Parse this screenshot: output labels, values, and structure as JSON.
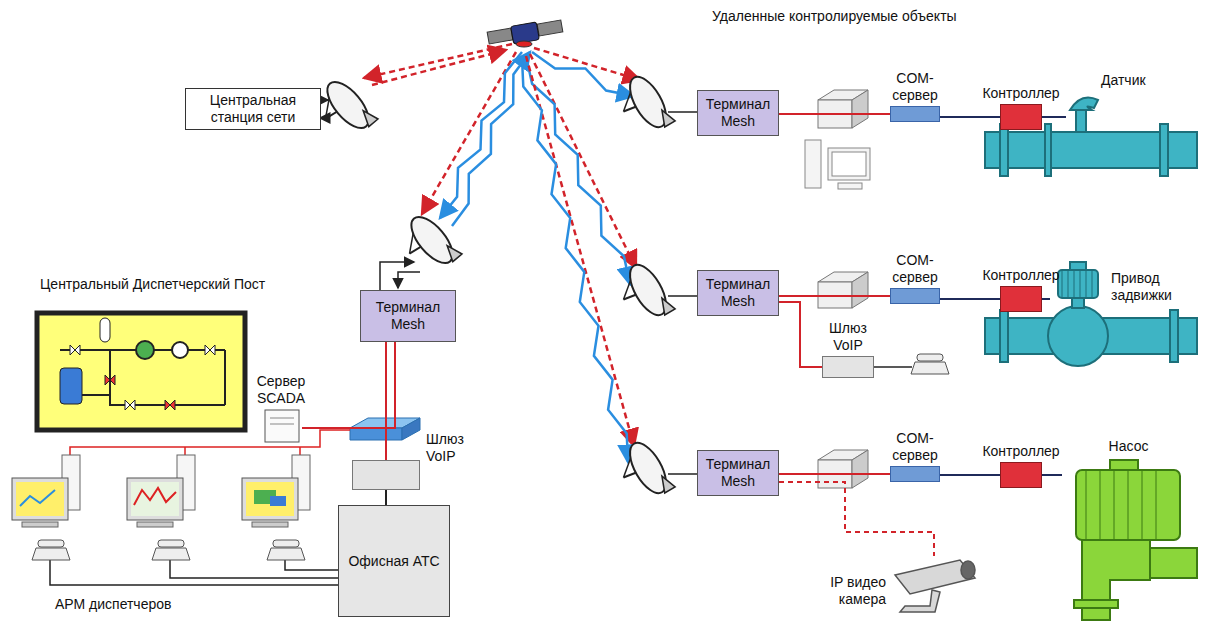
{
  "diagram": {
    "nodes": [
      {
        "text": [
          "Центральная станция сети"
        ]
      },
      {
        "text": [
          "Терминал Mesh"
        ]
      },
      {
        "text": [
          "Сервер SCADA"
        ]
      },
      {
        "text": [
          "Шлюз VoIP"
        ]
      },
      {
        "text": [
          "Офисная АТС"
        ]
      },
      {
        "text": [
          "Терминал Mesh"
        ]
      },
      {
        "text": [
          "COM-сервер"
        ]
      },
      {
        "text": [
          "Контроллер"
        ]
      },
      {
        "text": [
          "Датчик"
        ]
      },
      {
        "text": [
          "Терминал Mesh"
        ]
      },
      {
        "text": [
          "COM-сервер"
        ]
      },
      {
        "text": [
          "Контроллер"
        ]
      },
      {
        "text": [
          "Привод задвижки"
        ]
      },
      {
        "text": [
          "Шлюз VoIP"
        ]
      },
      {
        "text": [
          "Терминал Mesh"
        ]
      },
      {
        "text": [
          "COM-сервер"
        ]
      },
      {
        "text": [
          "Контроллер"
        ]
      },
      {
        "text": [
          "Насос"
        ]
      },
      {
        "text": [
          "IP видео камера"
        ]
      }
    ],
    "edges": [
      {
        "from": 1,
        "to": 2,
        "arrow": "none"
      },
      {
        "from": 1,
        "to": 3,
        "arrow": "none"
      },
      {
        "from": 3,
        "to": 4,
        "arrow": "none"
      },
      {
        "from": 5,
        "to": 6,
        "arrow": "none"
      },
      {
        "from": 6,
        "to": 7,
        "arrow": "none"
      },
      {
        "from": 7,
        "to": 8,
        "arrow": "none"
      },
      {
        "from": 9,
        "to": 10,
        "arrow": "none"
      },
      {
        "from": 10,
        "to": 11,
        "arrow": "none"
      },
      {
        "from": 11,
        "to": 12,
        "arrow": "none"
      },
      {
        "from": 9,
        "to": 13,
        "arrow": "none"
      },
      {
        "from": 14,
        "to": 15,
        "arrow": "none"
      },
      {
        "from": 15,
        "to": 16,
        "arrow": "none"
      },
      {
        "from": 16,
        "to": 17,
        "arrow": "none"
      },
      {
        "from": 14,
        "to": 18,
        "arrow": "none"
      }
    ],
    "labels": [
      "Удаленные контролируемые объекты",
      "Центральный Диспетчерский Пост",
      "АРМ диспетчеров"
    ]
  }
}
